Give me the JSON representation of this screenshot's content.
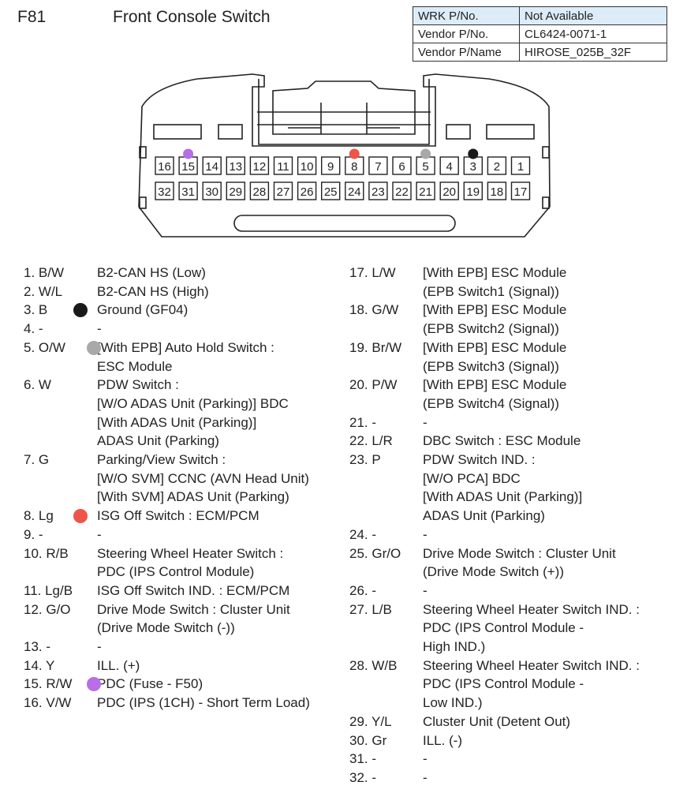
{
  "header": {
    "code": "F81",
    "title": "Front Console Switch"
  },
  "info": [
    {
      "key": "WRK P/No.",
      "value": "Not Available"
    },
    {
      "key": "Vendor P/No.",
      "value": "CL6424-0071-1"
    },
    {
      "key": "Vendor P/Name",
      "value": "HIROSE_025B_32F"
    }
  ],
  "connector": {
    "row1": [
      "16",
      "15",
      "14",
      "13",
      "12",
      "11",
      "10",
      "9",
      "8",
      "7",
      "6",
      "5",
      "4",
      "3",
      "2",
      "1"
    ],
    "row2": [
      "32",
      "31",
      "30",
      "29",
      "28",
      "27",
      "26",
      "25",
      "24",
      "23",
      "22",
      "21",
      "20",
      "19",
      "18",
      "17"
    ],
    "markers": [
      {
        "pin": "15",
        "color": "#b86ee6"
      },
      {
        "pin": "8",
        "color": "#ee5548"
      },
      {
        "pin": "5",
        "color": "#a9a9a9"
      },
      {
        "pin": "3",
        "color": "#1a1a1a"
      }
    ]
  },
  "left": [
    {
      "num": "1. B/W",
      "lines": [
        "B2-CAN HS (Low)"
      ]
    },
    {
      "num": "2. W/L",
      "lines": [
        "B2-CAN HS (High)"
      ]
    },
    {
      "num": "3. B",
      "dot": "#1a1a1a",
      "lines": [
        "Ground (GF04)"
      ]
    },
    {
      "num": "4. -",
      "lines": [
        "-"
      ]
    },
    {
      "num": "5. O/W",
      "dot": "#a9a9a9",
      "lines": [
        "[With EPB] Auto Hold Switch :",
        "ESC Module"
      ]
    },
    {
      "num": "6. W",
      "lines": [
        "PDW Switch :",
        "[W/O ADAS Unit (Parking)] BDC",
        "[With ADAS Unit (Parking)]",
        "ADAS Unit (Parking)"
      ]
    },
    {
      "num": "7. G",
      "lines": [
        "Parking/View Switch :",
        "[W/O SVM] CCNC (AVN Head Unit)",
        "[With SVM] ADAS Unit (Parking)"
      ]
    },
    {
      "num": "8. Lg",
      "dot": "#ee5548",
      "lines": [
        "ISG Off Switch : ECM/PCM"
      ]
    },
    {
      "num": "9. -",
      "lines": [
        "-"
      ]
    },
    {
      "num": "10. R/B",
      "lines": [
        "Steering Wheel Heater Switch :",
        "PDC (IPS Control Module)"
      ]
    },
    {
      "num": "11. Lg/B",
      "lines": [
        "ISG Off Switch IND. : ECM/PCM"
      ]
    },
    {
      "num": "12. G/O",
      "lines": [
        "Drive Mode Switch : Cluster Unit",
        "(Drive Mode Switch (-))"
      ]
    },
    {
      "num": "13. -",
      "lines": [
        "-"
      ]
    },
    {
      "num": "14. Y",
      "lines": [
        "ILL. (+)"
      ]
    },
    {
      "num": "15. R/W",
      "dot": "#b86ee6",
      "lines": [
        "PDC (Fuse - F50)"
      ]
    },
    {
      "num": "16. V/W",
      "lines": [
        "PDC (IPS (1CH) - Short Term Load)"
      ]
    }
  ],
  "right": [
    {
      "num": "17. L/W",
      "lines": [
        "[With EPB] ESC Module",
        "(EPB Switch1 (Signal))"
      ]
    },
    {
      "num": "18. G/W",
      "lines": [
        "[With EPB] ESC Module",
        "(EPB Switch2 (Signal))"
      ]
    },
    {
      "num": "19. Br/W",
      "lines": [
        "[With EPB] ESC Module",
        "(EPB Switch3 (Signal))"
      ]
    },
    {
      "num": "20. P/W",
      "lines": [
        "[With EPB] ESC Module",
        "(EPB Switch4 (Signal))"
      ]
    },
    {
      "num": "21. -",
      "lines": [
        "-"
      ]
    },
    {
      "num": "22. L/R",
      "lines": [
        "DBC Switch : ESC Module"
      ]
    },
    {
      "num": "23. P",
      "lines": [
        "PDW Switch IND. :",
        "[W/O PCA] BDC",
        "[With ADAS Unit (Parking)]",
        "ADAS Unit (Parking)"
      ]
    },
    {
      "num": "24. -",
      "lines": [
        "-"
      ]
    },
    {
      "num": "25. Gr/O",
      "lines": [
        "Drive Mode Switch : Cluster Unit",
        "(Drive Mode Switch (+))"
      ]
    },
    {
      "num": "26. -",
      "lines": [
        "-"
      ]
    },
    {
      "num": "27. L/B",
      "lines": [
        "Steering Wheel Heater Switch IND. :",
        "PDC (IPS Control Module -",
        "High IND.)"
      ]
    },
    {
      "num": "28. W/B",
      "lines": [
        "Steering Wheel Heater Switch IND. :",
        "PDC (IPS Control Module -",
        "Low IND.)"
      ]
    },
    {
      "num": "29. Y/L",
      "lines": [
        "Cluster Unit (Detent Out)"
      ]
    },
    {
      "num": "30. Gr",
      "lines": [
        "ILL. (-)"
      ]
    },
    {
      "num": "31. -",
      "lines": [
        "-"
      ]
    },
    {
      "num": "32. -",
      "lines": [
        "-"
      ]
    }
  ]
}
